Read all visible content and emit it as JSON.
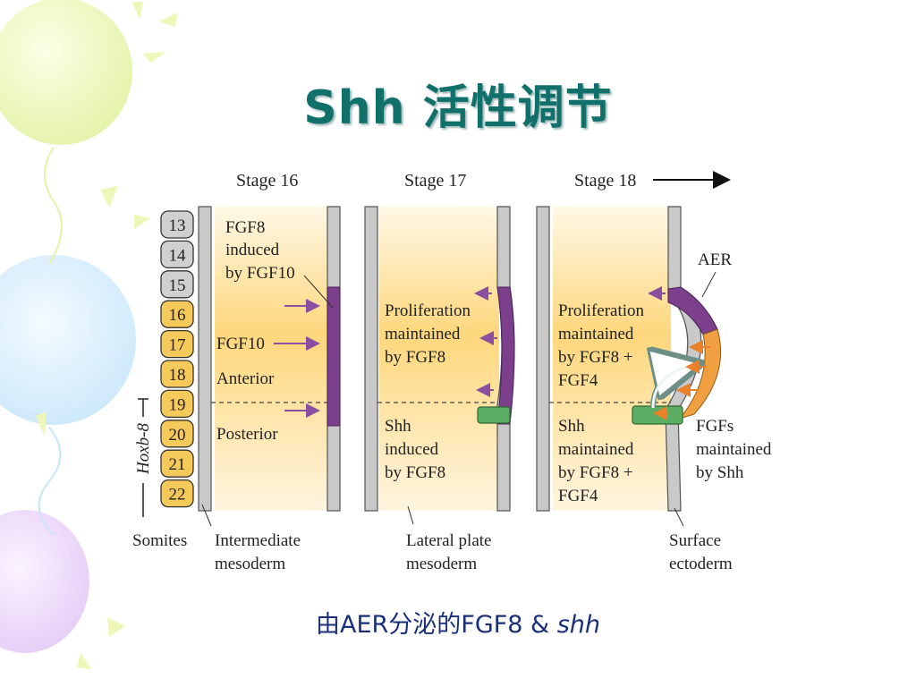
{
  "slide": {
    "title": "Shh 活性调节",
    "caption_prefix": "由AER分泌的FGF8 & ",
    "caption_italic": "shh",
    "title_color": "#12706b",
    "caption_color": "#1a2f7a"
  },
  "figure": {
    "stages": [
      "Stage 16",
      "Stage 17",
      "Stage 18"
    ],
    "somites": [
      "13",
      "14",
      "15",
      "16",
      "17",
      "18",
      "19",
      "20",
      "21",
      "22"
    ],
    "hoxb_label": "Hoxb-8",
    "panel1": {
      "fgf8_line1": "FGF8",
      "fgf8_line2": "induced",
      "fgf8_line3": "by FGF10",
      "fgf10": "FGF10",
      "anterior": "Anterior",
      "posterior": "Posterior"
    },
    "panel2": {
      "prolif_line1": "Proliferation",
      "prolif_line2": "maintained",
      "prolif_line3": "by FGF8",
      "shh_line1": "Shh",
      "shh_line2": "induced",
      "shh_line3": "by FGF8"
    },
    "panel3": {
      "aer": "AER",
      "prolif_line1": "Proliferation",
      "prolif_line2": "maintained",
      "prolif_line3": "by FGF8 +",
      "prolif_line4": "FGF4",
      "shh_line1": "Shh",
      "shh_line2": "maintained",
      "shh_line3": "by FGF8 +",
      "shh_line4": "FGF4",
      "fgfs_line1": "FGFs",
      "fgfs_line2": "maintained",
      "fgfs_line3": "by Shh"
    },
    "bottom_labels": {
      "somites": "Somites",
      "intermediate_line1": "Intermediate",
      "intermediate_line2": "mesoderm",
      "lateral_line1": "Lateral plate",
      "lateral_line2": "mesoderm",
      "surface_line1": "Surface",
      "surface_line2": "ectoderm"
    },
    "colors": {
      "purple": "#7b3f8c",
      "orange": "#f0a040",
      "green": "#5aad63",
      "somite_yellow": "#f5c95a",
      "somite_gray": "#d0d0d0"
    }
  }
}
